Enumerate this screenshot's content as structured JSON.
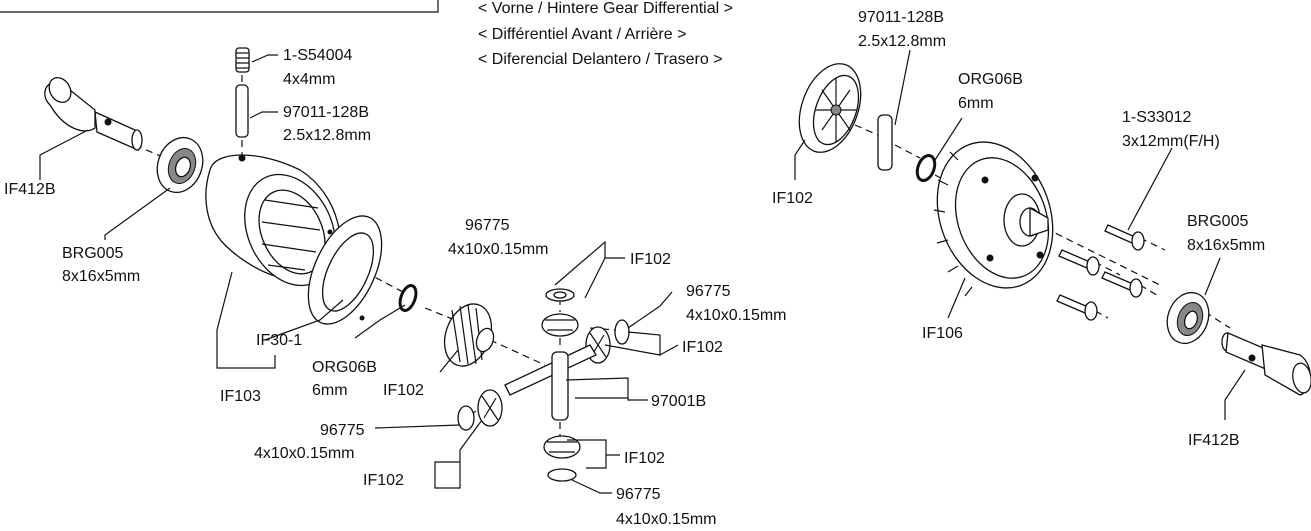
{
  "title_lines": [
    "< Vorne / Hintere Gear Differential >",
    "< Différentiel Avant / Arrière >",
    "< Diferencial Delantero / Trasero >"
  ],
  "labels": {
    "l_s54004": [
      "1-S54004",
      "4x4mm"
    ],
    "l_pin_left": [
      "97011-128B",
      "2.5x12.8mm"
    ],
    "l_if412b_left": [
      "IF412B"
    ],
    "l_brg_left": [
      "BRG005",
      "8x16x5mm"
    ],
    "l_shim_top": [
      "96775",
      "4x10x0.15mm"
    ],
    "l_if102_top": [
      "IF102"
    ],
    "l_shim_right": [
      "96775",
      "4x10x0.15mm"
    ],
    "l_if102_right": [
      "IF102"
    ],
    "l_if30": [
      "IF30-1"
    ],
    "l_org_left": [
      "ORG06B",
      "6mm"
    ],
    "l_if102_sun": [
      "IF102"
    ],
    "l_if103": [
      "IF103"
    ],
    "l_97001b": [
      "97001B"
    ],
    "l_shim_left": [
      "96775",
      "4x10x0.15mm"
    ],
    "l_if102_left": [
      "IF102"
    ],
    "l_if102_bottom": [
      "IF102"
    ],
    "l_shim_bottom": [
      "96775",
      "4x10x0.15mm"
    ],
    "l_pin_right": [
      "97011-128B",
      "2.5x12.8mm"
    ],
    "l_org_right": [
      "ORG06B",
      "6mm"
    ],
    "l_if102_case": [
      "IF102"
    ],
    "l_s33012": [
      "1-S33012",
      "3x12mm(F/H)"
    ],
    "l_brg_right": [
      "BRG005",
      "8x16x5mm"
    ],
    "l_if106": [
      "IF106"
    ],
    "l_if412b_right": [
      "IF412B"
    ]
  }
}
